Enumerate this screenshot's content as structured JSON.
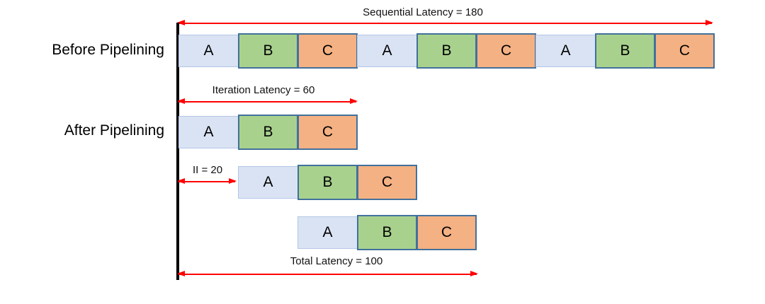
{
  "diagram": {
    "row_labels": {
      "before": "Before Pipelining",
      "after": "After Pipelining"
    },
    "annotations": {
      "sequential": "Sequential Latency = 180",
      "iteration": "Iteration Latency = 60",
      "ii": "II = 20",
      "total": "Total Latency = 100"
    },
    "stages": [
      "A",
      "B",
      "C"
    ],
    "rows": [
      {
        "name": "before-pipelining",
        "cells": [
          "A",
          "B",
          "C",
          "A",
          "B",
          "C",
          "A",
          "B",
          "C"
        ]
      },
      {
        "name": "after-pipelining-iteration-1",
        "cells": [
          "A",
          "B",
          "C"
        ]
      },
      {
        "name": "after-pipelining-iteration-2",
        "cells": [
          "A",
          "B",
          "C"
        ]
      },
      {
        "name": "after-pipelining-iteration-3",
        "cells": [
          "A",
          "B",
          "C"
        ]
      }
    ],
    "colors": {
      "stage_a_fill": "#dae3f3",
      "stage_a_border": "#b4c7e7",
      "stage_b_fill": "#a9d18e",
      "stage_c_fill": "#f4b183",
      "stage_bc_border": "#41719c",
      "arrow": "#ff0000",
      "timeline": "#000000"
    }
  }
}
